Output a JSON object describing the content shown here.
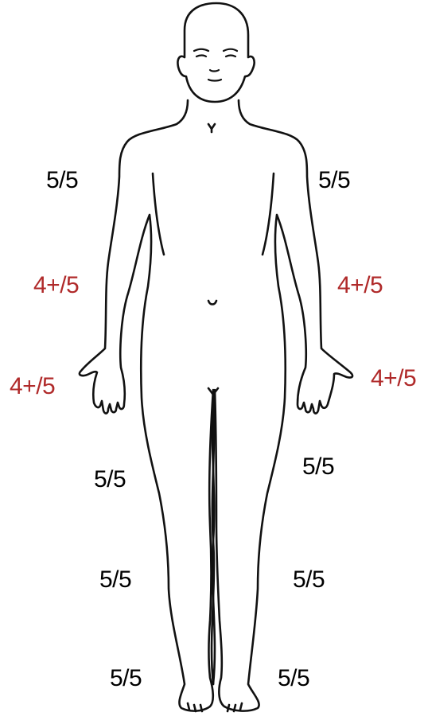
{
  "grades": {
    "right_shoulder": "5/5",
    "left_shoulder": "5/5",
    "right_elbow": "4+/5",
    "left_elbow": "4+/5",
    "right_wrist": "4+/5",
    "left_wrist": "4+/5",
    "right_hip": "5/5",
    "left_hip": "5/5",
    "right_knee": "5/5",
    "left_knee": "5/5",
    "right_ankle": "5/5",
    "left_ankle": "5/5"
  },
  "colors": {
    "normal": "#000000",
    "reduced": "#b02a2a",
    "outline": "#111111"
  }
}
